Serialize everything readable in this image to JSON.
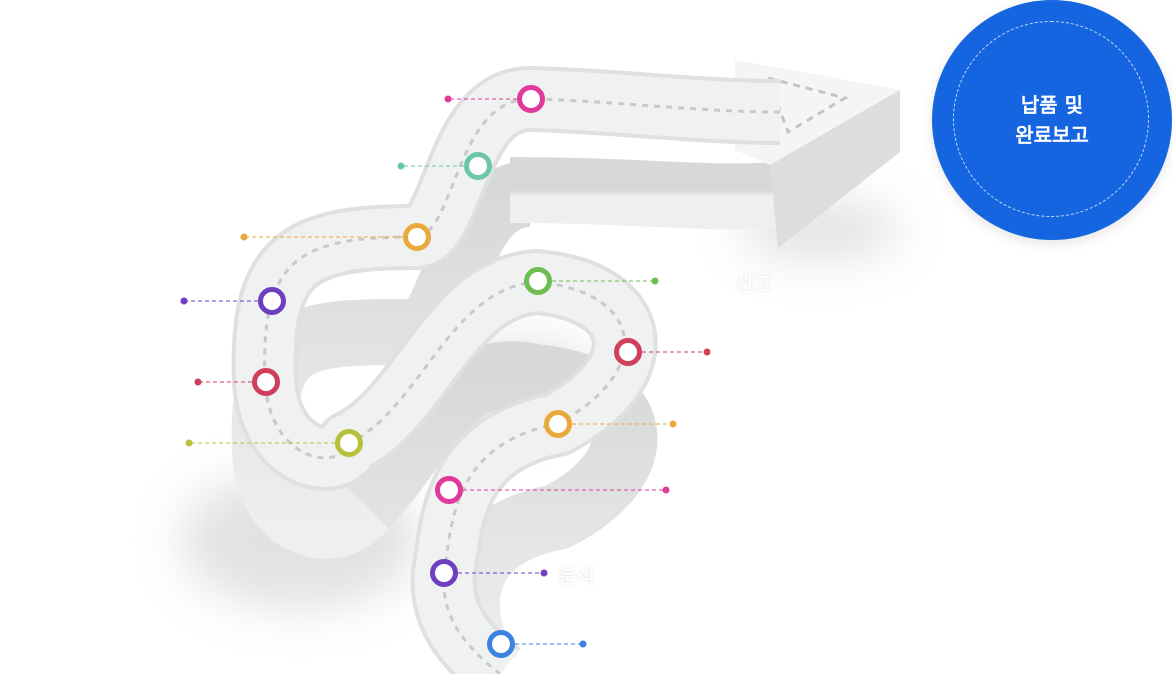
{
  "final_step": {
    "label": "납품 및\n완료보고",
    "color": "#1565e0"
  },
  "faint_labels": [
    "선고",
    "분석"
  ],
  "road_color": "#f0f1f1",
  "milestones": [
    {
      "color": "#e0399b"
    },
    {
      "color": "#6cc8a4"
    },
    {
      "color": "#e9a93d"
    },
    {
      "color": "#6f3fc2"
    },
    {
      "color": "#cf3f5b"
    },
    {
      "color": "#b6c23c"
    },
    {
      "color": "#6ebd50"
    },
    {
      "color": "#cf3f5b"
    },
    {
      "color": "#e9a93d"
    },
    {
      "color": "#e0399b"
    },
    {
      "color": "#6f3fc2"
    },
    {
      "color": "#3d82e0"
    }
  ]
}
